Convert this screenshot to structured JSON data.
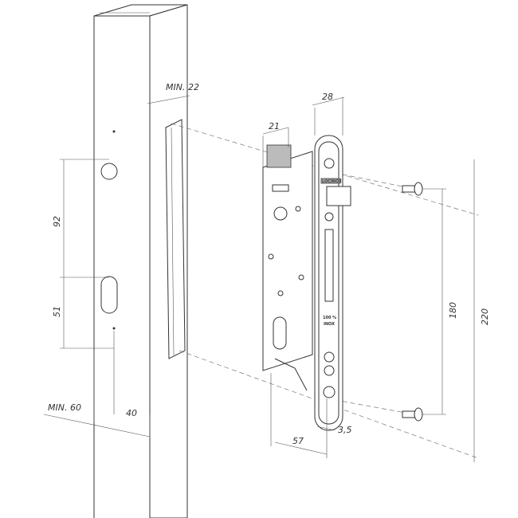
{
  "dimensions": {
    "min_post_depth": "MIN. 22",
    "faceplate_width": "28",
    "case_depth": "21",
    "spacing_92": "92",
    "spacing_51": "51",
    "screw_spacing": "180",
    "faceplate_length": "220",
    "min_post_width": "MIN. 60",
    "backset_post": "40",
    "backset": "57",
    "offset": "3,5"
  },
  "faceplate_marking": {
    "line1": "100 %",
    "line2": "INOX",
    "brand": "LOCINOX"
  }
}
